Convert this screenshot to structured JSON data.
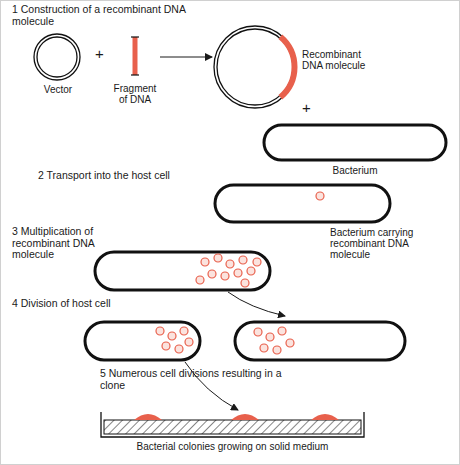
{
  "diagram": {
    "nodes": [
      {
        "text": [
          "Vector"
        ]
      },
      {
        "text": [
          "Fragment of DNA"
        ]
      },
      {
        "text": [
          "Recombinant DNA molecule"
        ]
      },
      {
        "text": [
          "Bacterium"
        ]
      },
      {
        "text": [
          "Bacterium carrying recombinant DNA molecule"
        ]
      },
      {
        "text": [
          "Bacterial colonies growing on solid medium"
        ]
      }
    ],
    "edges": [
      {
        "from": 1,
        "to": 2,
        "arrow": "to"
      }
    ],
    "labels": [
      "1 Construction of a recombinant DNA molecule",
      "+",
      "+",
      "2 Transport into the host cell",
      "3 Multiplication of recombinant DNA molecule",
      "4 Division of host cell",
      "5 Numerous cell divisions resulting in a clone"
    ]
  }
}
